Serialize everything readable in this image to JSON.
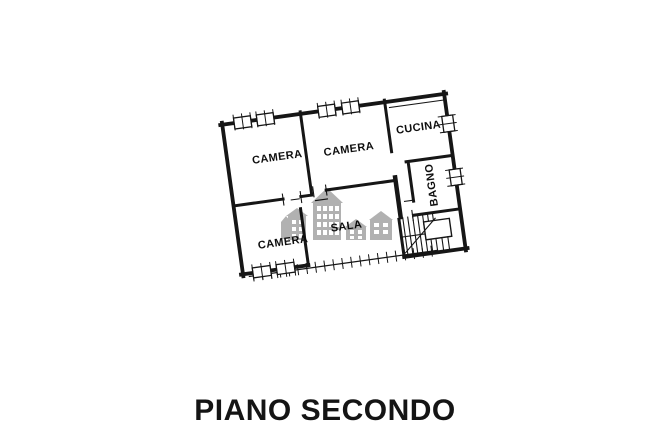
{
  "title": "PIANO SECONDO",
  "floor_plan": {
    "rooms": [
      {
        "id": "camera-top-left",
        "label": "CAMERA"
      },
      {
        "id": "camera-top-middle",
        "label": "CAMERA"
      },
      {
        "id": "cucina",
        "label": "CUCINA"
      },
      {
        "id": "bagno",
        "label": "BAGNO"
      },
      {
        "id": "sala",
        "label": "SALA"
      },
      {
        "id": "camera-bottom-left",
        "label": "CAMERA"
      }
    ],
    "features": [
      "staircase",
      "balcony-railing",
      "windows"
    ],
    "colors": {
      "wall": "#161616",
      "floor": "#ffffff",
      "watermark": "#ababab",
      "title": "#141414"
    }
  },
  "watermark": {
    "icon": "houses-logo"
  }
}
